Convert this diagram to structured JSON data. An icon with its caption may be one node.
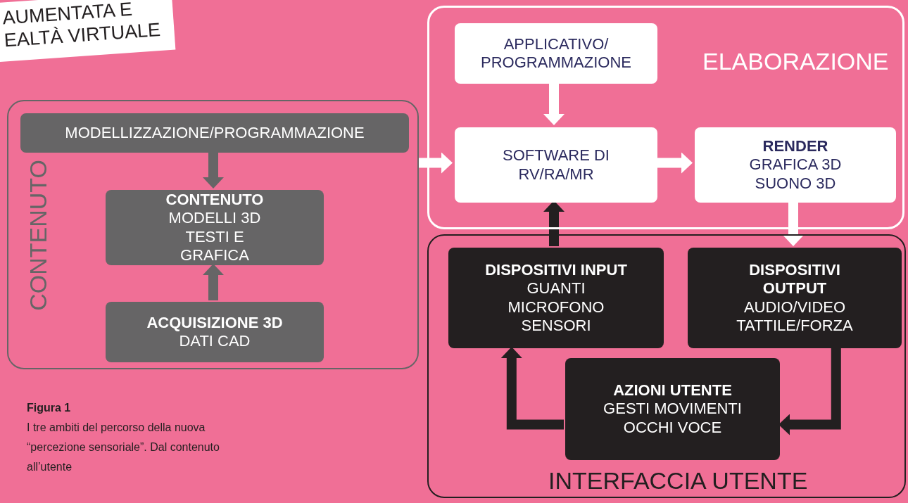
{
  "diagram": {
    "caption": "**Figura 1** I tre ambiti del percorso della nuova “percezione sensoriale”. Dal contenuto all’utente",
    "nodes": [
      {
        "text": [
          "CONTENUTO"
        ]
      },
      {
        "text": [
          "MODELLIZZAZIONE/PROGRAMMAZIONE"
        ],
        "in": 0
      },
      {
        "text": [
          "CONTENUTO",
          "MODELLI 3D TESTI E GRAFICA"
        ],
        "in": 0
      },
      {
        "text": [
          "ACQUISIZIONE 3D",
          "DATI CAD"
        ],
        "in": 0
      },
      {
        "text": [
          "ELABORAZIONE"
        ]
      },
      {
        "text": [
          "APPLICATIVO/ PROGRAMMAZIONE"
        ],
        "in": 4
      },
      {
        "text": [
          "SOFTWARE DI RV/RA/MR"
        ],
        "in": 4
      },
      {
        "text": [
          "RENDER",
          "GRAFICA 3D SUONO 3D"
        ],
        "in": 4
      },
      {
        "text": [
          "INTERFACCIA UTENTE"
        ]
      },
      {
        "text": [
          "DISPOSITIVI INPUT",
          "GUANTI MICROFONO SENSORI"
        ],
        "in": 8
      },
      {
        "text": [
          "DISPOSITIVI OUTPUT",
          "AUDIO/VIDEO TATTILE/FORZA"
        ],
        "in": 8
      },
      {
        "text": [
          "AZIONI UTENTE",
          "GESTI MOVIMENTI OCCHI VOCE"
        ],
        "in": 8
      },
      {
        "text": [
          "AUMENTATA E",
          "EALTÀ VIRTUALE"
        ]
      }
    ],
    "edges": [
      {
        "from": 1,
        "to": 2,
        "arrow": "to",
        "color": "#666566"
      },
      {
        "from": 3,
        "to": 2,
        "arrow": "to",
        "color": "#666566"
      },
      {
        "from": 0,
        "to": 6,
        "arrow": "to"
      },
      {
        "from": 5,
        "to": 6,
        "arrow": "to"
      },
      {
        "from": 6,
        "to": 7,
        "arrow": "to"
      },
      {
        "from": 9,
        "to": 6,
        "arrow": "to",
        "color": "#231f20"
      },
      {
        "from": 7,
        "to": 10,
        "arrow": "to"
      },
      {
        "from": 10,
        "to": 11,
        "arrow": "to",
        "color": "#231f20"
      },
      {
        "from": 11,
        "to": 9,
        "arrow": "to",
        "color": "#231f20"
      }
    ]
  }
}
